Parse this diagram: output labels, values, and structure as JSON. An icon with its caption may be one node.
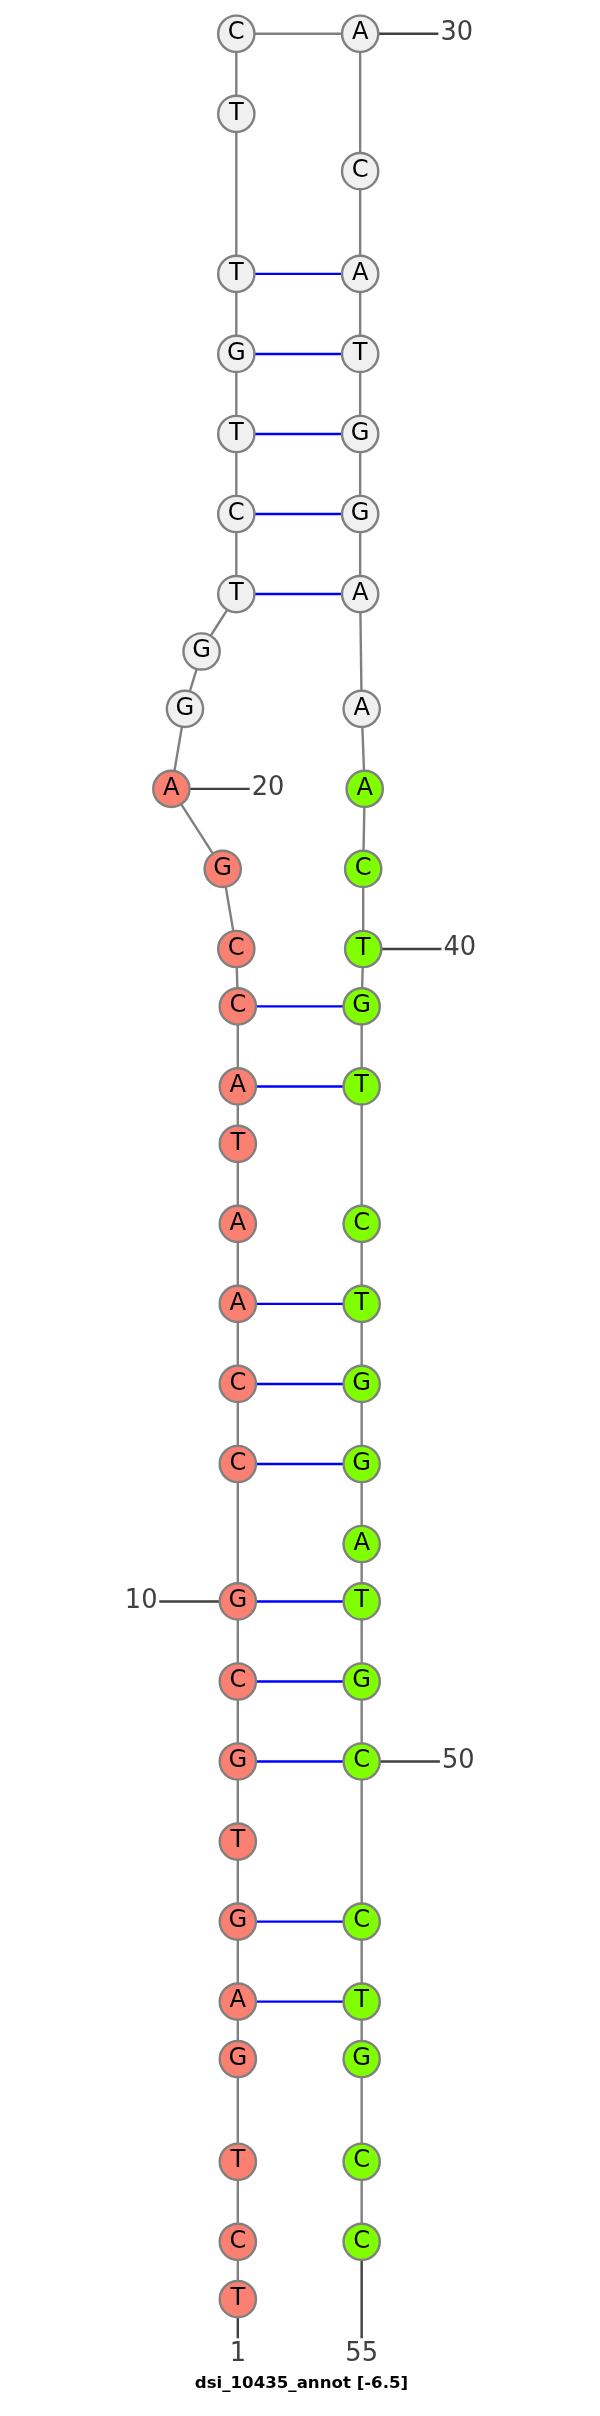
{
  "diagram": {
    "caption": "dsi_10435_annot [-6.5]",
    "nodes": [
      {
        "text": [
          "T"
        ]
      },
      {
        "text": [
          "C"
        ]
      },
      {
        "text": [
          "T"
        ]
      },
      {
        "text": [
          "G"
        ]
      },
      {
        "text": [
          "A"
        ]
      },
      {
        "text": [
          "G"
        ]
      },
      {
        "text": [
          "T"
        ]
      },
      {
        "text": [
          "G"
        ]
      },
      {
        "text": [
          "C"
        ]
      },
      {
        "text": [
          "G"
        ]
      },
      {
        "text": [
          "C"
        ]
      },
      {
        "text": [
          "C"
        ]
      },
      {
        "text": [
          "A"
        ]
      },
      {
        "text": [
          "A"
        ]
      },
      {
        "text": [
          "T"
        ]
      },
      {
        "text": [
          "A"
        ]
      },
      {
        "text": [
          "C"
        ]
      },
      {
        "text": [
          "C"
        ]
      },
      {
        "text": [
          "G"
        ]
      },
      {
        "text": [
          "A"
        ]
      },
      {
        "text": [
          "G"
        ]
      },
      {
        "text": [
          "G"
        ]
      },
      {
        "text": [
          "T"
        ]
      },
      {
        "text": [
          "C"
        ]
      },
      {
        "text": [
          "T"
        ]
      },
      {
        "text": [
          "G"
        ]
      },
      {
        "text": [
          "T"
        ]
      },
      {
        "text": [
          "T"
        ]
      },
      {
        "text": [
          "C"
        ]
      },
      {
        "text": [
          "A"
        ]
      },
      {
        "text": [
          "C"
        ]
      },
      {
        "text": [
          "A"
        ]
      },
      {
        "text": [
          "T"
        ]
      },
      {
        "text": [
          "G"
        ]
      },
      {
        "text": [
          "G"
        ]
      },
      {
        "text": [
          "A"
        ]
      },
      {
        "text": [
          "A"
        ]
      },
      {
        "text": [
          "A"
        ]
      },
      {
        "text": [
          "C"
        ]
      },
      {
        "text": [
          "T"
        ]
      },
      {
        "text": [
          "G"
        ]
      },
      {
        "text": [
          "T"
        ]
      },
      {
        "text": [
          "C"
        ]
      },
      {
        "text": [
          "T"
        ]
      },
      {
        "text": [
          "G"
        ]
      },
      {
        "text": [
          "G"
        ]
      },
      {
        "text": [
          "A"
        ]
      },
      {
        "text": [
          "T"
        ]
      },
      {
        "text": [
          "G"
        ]
      },
      {
        "text": [
          "C"
        ]
      },
      {
        "text": [
          "C"
        ]
      },
      {
        "text": [
          "T"
        ]
      },
      {
        "text": [
          "G"
        ]
      },
      {
        "text": [
          "C"
        ]
      },
      {
        "text": [
          "C"
        ]
      },
      {
        "text": [
          "1"
        ]
      },
      {
        "text": [
          "10"
        ]
      },
      {
        "text": [
          "20"
        ]
      },
      {
        "text": [
          "30"
        ]
      },
      {
        "text": [
          "40"
        ]
      },
      {
        "text": [
          "50"
        ]
      },
      {
        "text": [
          "55"
        ]
      }
    ],
    "edges": [
      {
        "from": 0,
        "to": 1,
        "arrow": "none"
      },
      {
        "from": 1,
        "to": 2,
        "arrow": "none"
      },
      {
        "from": 2,
        "to": 3,
        "arrow": "none"
      },
      {
        "from": 3,
        "to": 4,
        "arrow": "none"
      },
      {
        "from": 4,
        "to": 5,
        "arrow": "none"
      },
      {
        "from": 5,
        "to": 6,
        "arrow": "none"
      },
      {
        "from": 6,
        "to": 7,
        "arrow": "none"
      },
      {
        "from": 7,
        "to": 8,
        "arrow": "none"
      },
      {
        "from": 8,
        "to": 9,
        "arrow": "none"
      },
      {
        "from": 9,
        "to": 10,
        "arrow": "none"
      },
      {
        "from": 10,
        "to": 11,
        "arrow": "none"
      },
      {
        "from": 11,
        "to": 12,
        "arrow": "none"
      },
      {
        "from": 12,
        "to": 13,
        "arrow": "none"
      },
      {
        "from": 13,
        "to": 14,
        "arrow": "none"
      },
      {
        "from": 14,
        "to": 15,
        "arrow": "none"
      },
      {
        "from": 15,
        "to": 16,
        "arrow": "none"
      },
      {
        "from": 16,
        "to": 17,
        "arrow": "none"
      },
      {
        "from": 17,
        "to": 18,
        "arrow": "none"
      },
      {
        "from": 18,
        "to": 19,
        "arrow": "none"
      },
      {
        "from": 19,
        "to": 20,
        "arrow": "none"
      },
      {
        "from": 20,
        "to": 21,
        "arrow": "none"
      },
      {
        "from": 21,
        "to": 22,
        "arrow": "none"
      },
      {
        "from": 22,
        "to": 23,
        "arrow": "none"
      },
      {
        "from": 23,
        "to": 24,
        "arrow": "none"
      },
      {
        "from": 24,
        "to": 25,
        "arrow": "none"
      },
      {
        "from": 25,
        "to": 26,
        "arrow": "none"
      },
      {
        "from": 26,
        "to": 27,
        "arrow": "none"
      },
      {
        "from": 27,
        "to": 28,
        "arrow": "none"
      },
      {
        "from": 28,
        "to": 29,
        "arrow": "none"
      },
      {
        "from": 29,
        "to": 30,
        "arrow": "none"
      },
      {
        "from": 30,
        "to": 31,
        "arrow": "none"
      },
      {
        "from": 31,
        "to": 32,
        "arrow": "none"
      },
      {
        "from": 32,
        "to": 33,
        "arrow": "none"
      },
      {
        "from": 33,
        "to": 34,
        "arrow": "none"
      },
      {
        "from": 34,
        "to": 35,
        "arrow": "none"
      },
      {
        "from": 35,
        "to": 36,
        "arrow": "none"
      },
      {
        "from": 36,
        "to": 37,
        "arrow": "none"
      },
      {
        "from": 37,
        "to": 38,
        "arrow": "none"
      },
      {
        "from": 38,
        "to": 39,
        "arrow": "none"
      },
      {
        "from": 39,
        "to": 40,
        "arrow": "none"
      },
      {
        "from": 40,
        "to": 41,
        "arrow": "none"
      },
      {
        "from": 41,
        "to": 42,
        "arrow": "none"
      },
      {
        "from": 42,
        "to": 43,
        "arrow": "none"
      },
      {
        "from": 43,
        "to": 44,
        "arrow": "none"
      },
      {
        "from": 44,
        "to": 45,
        "arrow": "none"
      },
      {
        "from": 45,
        "to": 46,
        "arrow": "none"
      },
      {
        "from": 46,
        "to": 47,
        "arrow": "none"
      },
      {
        "from": 47,
        "to": 48,
        "arrow": "none"
      },
      {
        "from": 48,
        "to": 49,
        "arrow": "none"
      },
      {
        "from": 49,
        "to": 50,
        "arrow": "none"
      },
      {
        "from": 50,
        "to": 51,
        "arrow": "none"
      },
      {
        "from": 51,
        "to": 52,
        "arrow": "none"
      },
      {
        "from": 52,
        "to": 53,
        "arrow": "none"
      },
      {
        "from": 53,
        "to": 54,
        "arrow": "none"
      },
      {
        "from": 4,
        "to": 51,
        "arrow": "none",
        "color": "#0000ff"
      },
      {
        "from": 5,
        "to": 50,
        "arrow": "none",
        "color": "#0000ff"
      },
      {
        "from": 7,
        "to": 49,
        "arrow": "none",
        "color": "#0000ff"
      },
      {
        "from": 8,
        "to": 48,
        "arrow": "none",
        "color": "#0000ff"
      },
      {
        "from": 9,
        "to": 47,
        "arrow": "none",
        "color": "#0000ff"
      },
      {
        "from": 10,
        "to": 45,
        "arrow": "none",
        "color": "#0000ff"
      },
      {
        "from": 11,
        "to": 44,
        "arrow": "none",
        "color": "#0000ff"
      },
      {
        "from": 12,
        "to": 43,
        "arrow": "none",
        "color": "#0000ff"
      },
      {
        "from": 15,
        "to": 41,
        "arrow": "none",
        "color": "#0000ff"
      },
      {
        "from": 16,
        "to": 40,
        "arrow": "none",
        "color": "#0000ff"
      },
      {
        "from": 22,
        "to": 35,
        "arrow": "none",
        "color": "#0000ff"
      },
      {
        "from": 23,
        "to": 34,
        "arrow": "none",
        "color": "#0000ff"
      },
      {
        "from": 24,
        "to": 33,
        "arrow": "none",
        "color": "#0000ff"
      },
      {
        "from": 25,
        "to": 32,
        "arrow": "none",
        "color": "#0000ff"
      },
      {
        "from": 26,
        "to": 31,
        "arrow": "none",
        "color": "#0000ff"
      },
      {
        "from": 55,
        "to": 0,
        "arrow": "none",
        "color": "#404040"
      },
      {
        "from": 56,
        "to": 9,
        "arrow": "none",
        "color": "#404040"
      },
      {
        "from": 57,
        "to": 19,
        "arrow": "none",
        "color": "#404040"
      },
      {
        "from": 58,
        "to": 29,
        "arrow": "none",
        "color": "#404040"
      },
      {
        "from": 59,
        "to": 39,
        "arrow": "none",
        "color": "#404040"
      },
      {
        "from": 60,
        "to": 49,
        "arrow": "none",
        "color": "#404040"
      },
      {
        "from": 61,
        "to": 54,
        "arrow": "none",
        "color": "#404040"
      }
    ]
  }
}
